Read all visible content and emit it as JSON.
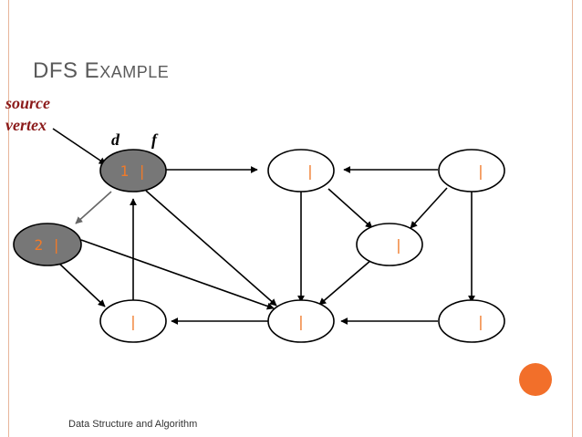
{
  "slide": {
    "title_d": "DFS ",
    "title_e": "E",
    "title_rest": "XAMPLE",
    "source_line1": "source",
    "source_line2": "vertex",
    "label_d": "d",
    "label_f": "f",
    "footer": "Data Structure and Algorithm"
  },
  "colors": {
    "visited_fill": "#777777",
    "label_orange": "#f07a2a",
    "source_red": "#8b1a1a",
    "accent": "#f26f2a"
  },
  "vertices": [
    {
      "id": "a",
      "label": "1 |",
      "visited": true
    },
    {
      "id": "b",
      "label": "|",
      "visited": false
    },
    {
      "id": "c",
      "label": "|",
      "visited": false
    },
    {
      "id": "d",
      "label": "2 |",
      "visited": true
    },
    {
      "id": "e",
      "label": "|",
      "visited": false
    },
    {
      "id": "f",
      "label": "|",
      "visited": false
    },
    {
      "id": "g",
      "label": "|",
      "visited": false
    },
    {
      "id": "h",
      "label": "|",
      "visited": false
    }
  ]
}
